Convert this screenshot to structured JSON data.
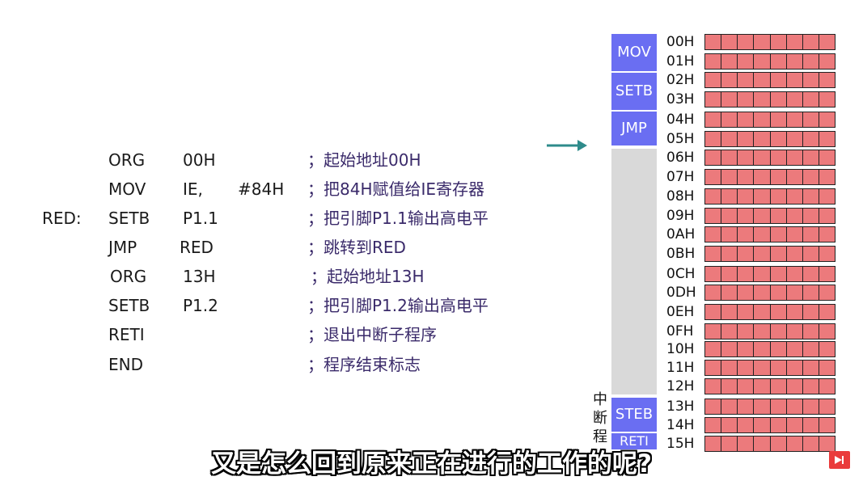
{
  "code": [
    {
      "label": "",
      "op": "ORG",
      "arg1": "00H",
      "arg2": "",
      "comment": "；起始地址00H"
    },
    {
      "label": "",
      "op": "MOV",
      "arg1": "IE,",
      "arg2": "#84H",
      "comment": "；把84H赋值给IE寄存器"
    },
    {
      "label": "RED:",
      "op": "SETB",
      "arg1": "P1.1",
      "arg2": "",
      "comment": "；把引脚P1.1输出高电平"
    },
    {
      "label": "",
      "op": "JMP",
      "arg1": "RED",
      "arg2": "",
      "comment": "；跳转到RED"
    },
    {
      "label": "",
      "op": "ORG",
      "arg1": "13H",
      "arg2": "",
      "comment": "；起始地址13H"
    },
    {
      "label": "",
      "op": "SETB",
      "arg1": "P1.2",
      "arg2": "",
      "comment": "；把引脚P1.2输出高电平"
    },
    {
      "label": "",
      "op": "RETI",
      "arg1": "",
      "arg2": "",
      "comment": "；退出中断子程序"
    },
    {
      "label": "",
      "op": "END",
      "arg1": "",
      "arg2": "",
      "comment": "；程序结束标志"
    }
  ],
  "instructions": {
    "mov": "MOV",
    "setb": "SETB",
    "jmp": "JMP",
    "steb": "STEB",
    "reti": "RETI"
  },
  "side_label": [
    "中",
    "断",
    "程"
  ],
  "addresses": [
    "00H",
    "01H",
    "02H",
    "03H",
    "04H",
    "05H",
    "06H",
    "07H",
    "08H",
    "09H",
    "0AH",
    "0BH",
    "0CH",
    "0DH",
    "0EH",
    "0FH",
    "10H",
    "11H",
    "12H",
    "13H",
    "14H",
    "15H"
  ],
  "subtitle": "又是怎么回到原来正在进行的工作的呢?",
  "colors": {
    "instr_block": "#6a6ef2",
    "memory_cell": "#ec7a7c",
    "arrow": "#2e8b8b",
    "gap": "#d9d9d9"
  }
}
